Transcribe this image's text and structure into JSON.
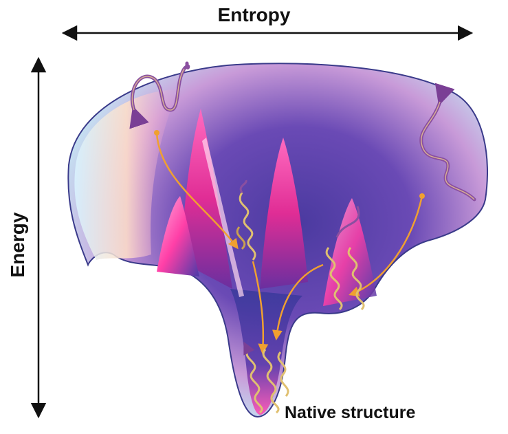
{
  "labels": {
    "entropy": "Entropy",
    "energy": "Energy",
    "native_structure": "Native structure"
  },
  "colors": {
    "funnel_rim": "#bfe6f2",
    "funnel_deep": "#3b3a9c",
    "peak_magenta": "#ff3fa7",
    "pathway_orange": "#f0a030",
    "helix_gold": "#e0c070",
    "chain_purple": "#8a4fa0",
    "arrow_black": "#111111"
  }
}
